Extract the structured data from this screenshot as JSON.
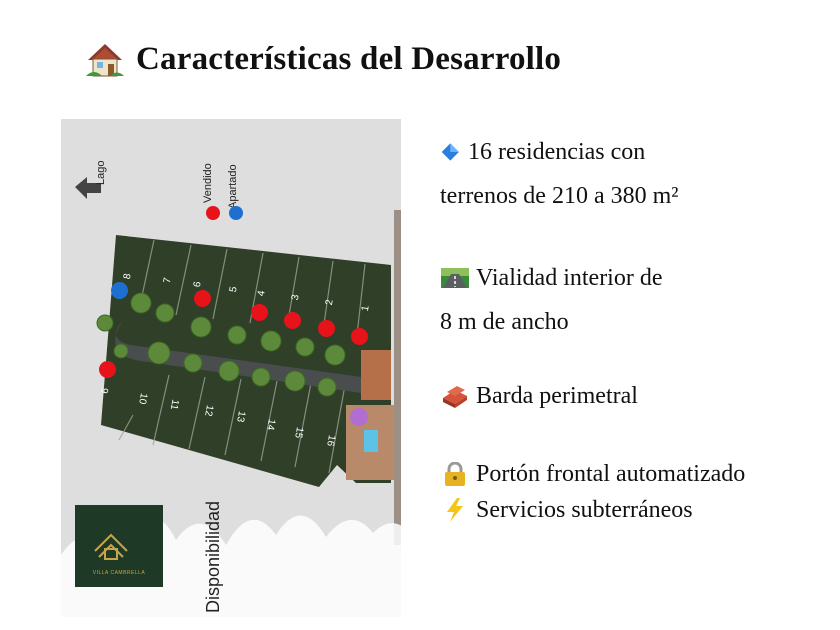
{
  "title": {
    "icon": "house-icon",
    "text": "Características del Desarrollo"
  },
  "map": {
    "direction_label": "Lago",
    "legend": [
      {
        "label": "Vendido",
        "color": "#e8121b"
      },
      {
        "label": "Apartado",
        "color": "#1f6fd0"
      }
    ],
    "side_label": "Disponibilidad",
    "top_lots": [
      "1",
      "2",
      "3",
      "4",
      "5",
      "6",
      "7",
      "8"
    ],
    "bottom_lots": [
      "9",
      "10",
      "11",
      "12",
      "13",
      "14",
      "15",
      "16"
    ],
    "logo_text": "VILLA CAMBRELLA"
  },
  "features": [
    {
      "icon": "blue-diamond-icon",
      "lines": [
        "16 residencias con",
        "terrenos de 210 a 380 m²"
      ]
    },
    {
      "icon": "road-icon",
      "lines": [
        "Vialidad interior de",
        "8 m de ancho"
      ]
    },
    {
      "icon": "bricks-icon",
      "lines": [
        "Barda perimetral"
      ]
    },
    {
      "icon": "lock-icon",
      "lines": [
        "Portón frontal automatizado"
      ]
    },
    {
      "icon": "lightning-icon",
      "lines": [
        "Servicios subterráneos"
      ]
    }
  ],
  "colors": {
    "sold": "#e8121b",
    "reserved": "#1f6fd0",
    "grass": "#2f3f28",
    "logo_bg": "#1e3a26",
    "logo_gold": "#c9a54a"
  }
}
